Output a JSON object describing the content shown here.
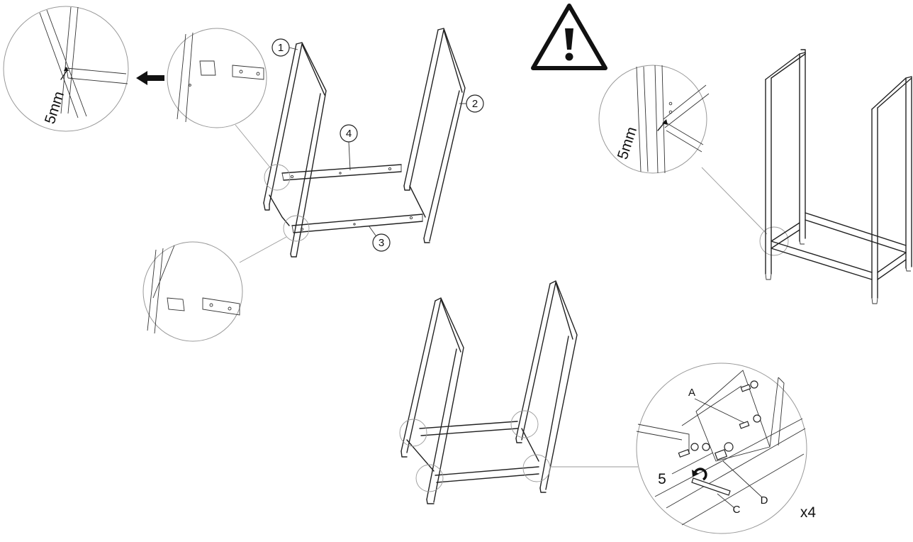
{
  "callouts": {
    "part1": "1",
    "part2": "2",
    "part3": "3",
    "part4": "4",
    "part5": "5"
  },
  "letters": {
    "a": "A",
    "c": "C",
    "d": "D"
  },
  "measure_left": "5mm",
  "measure_right": "5mm",
  "multiplier": "x4",
  "colors": {
    "line": "#222222",
    "detail_circle": "#999999",
    "background": "#ffffff"
  },
  "icons": [
    "warning-triangle-icon",
    "arrow-left-icon",
    "rotate-arrow-icon"
  ]
}
